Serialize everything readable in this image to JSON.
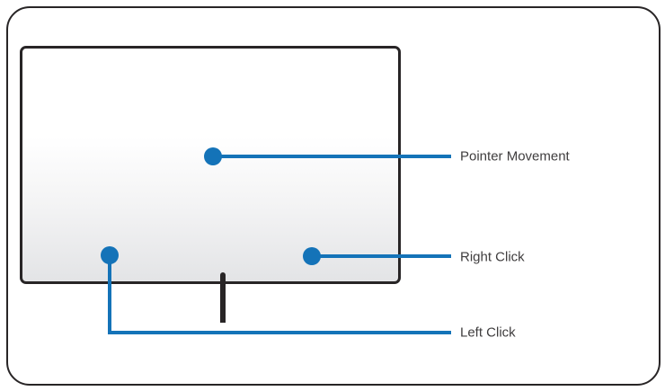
{
  "diagram": {
    "name": "Touchpad usage diagram",
    "callouts": [
      {
        "id": "pointer-movement",
        "label": "Pointer Movement"
      },
      {
        "id": "right-click",
        "label": "Right Click"
      },
      {
        "id": "left-click",
        "label": "Left Click"
      }
    ],
    "colors": {
      "callout_blue": "#1473b8",
      "outline_black": "#282526",
      "label_text": "#3f3d3e",
      "pad_gradient_top": "#ffffff",
      "pad_gradient_bottom": "#e3e4e6"
    }
  }
}
